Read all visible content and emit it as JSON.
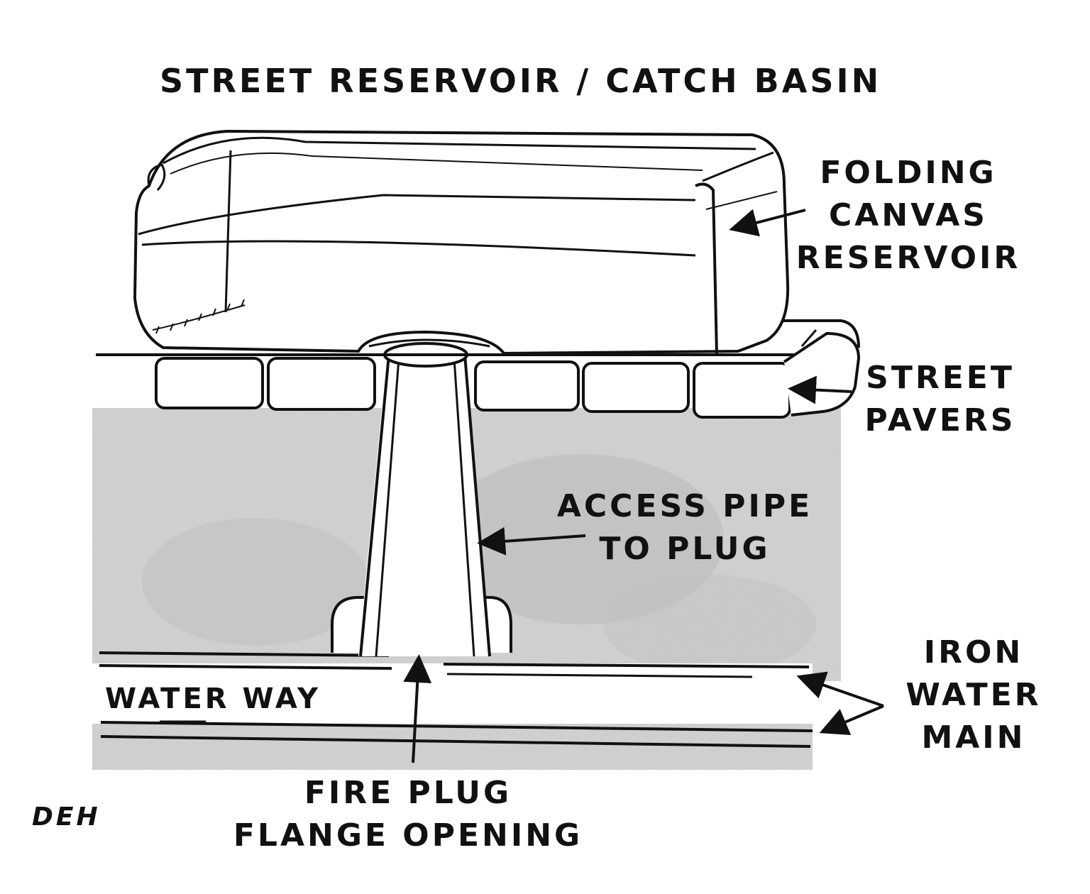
{
  "title": "STREET RESERVOIR / CATCH BASIN",
  "labels": {
    "canvas_reservoir": [
      "FOLDING",
      "CANVAS",
      "RESERVOIR"
    ],
    "street_pavers": [
      "STREET",
      "PAVERS"
    ],
    "access_pipe": [
      "ACCESS PIPE",
      "TO PLUG"
    ],
    "iron_main": [
      "IRON",
      "WATER",
      "MAIN"
    ],
    "water_way": "WATER WAY",
    "fire_plug": [
      "FIRE PLUG",
      "FLANGE OPENING"
    ],
    "signature": "DEH"
  },
  "colors": {
    "ink": "#111111",
    "soil": "#c9c9c9",
    "paper": "#ffffff"
  }
}
